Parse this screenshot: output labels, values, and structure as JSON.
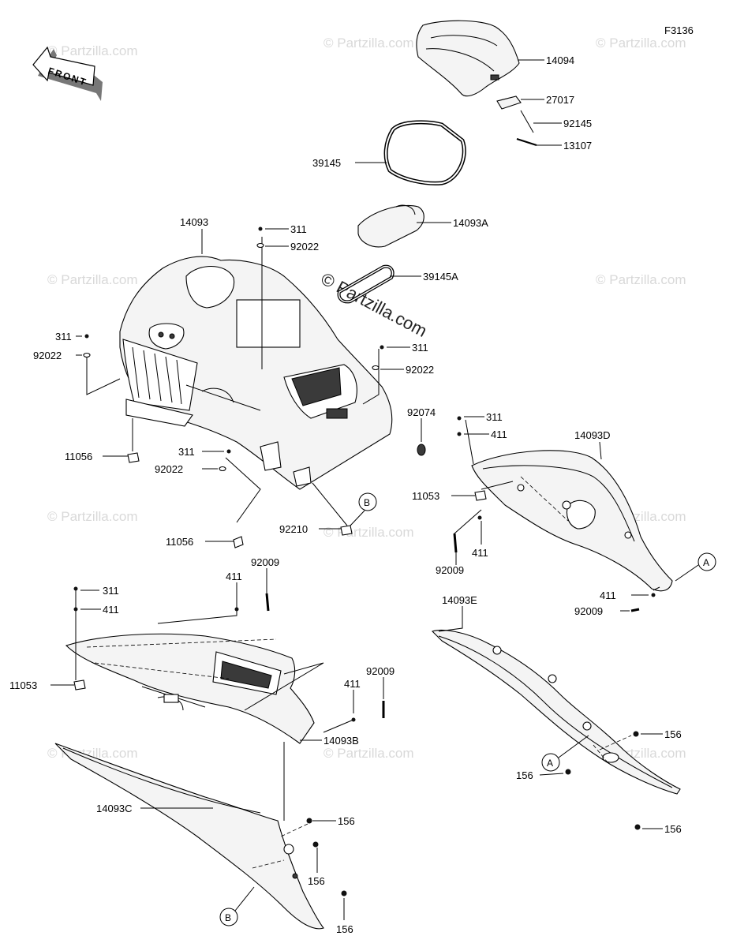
{
  "figure_code": "F3136",
  "front_label": "FRONT",
  "watermark": "© Partzilla.com",
  "ref_marks": [
    "A",
    "B"
  ],
  "labels": {
    "p14094": "14094",
    "p27017": "27017",
    "p92145": "92145",
    "p13107": "13107",
    "p39145": "39145",
    "p14093A": "14093A",
    "p39145A": "39145A",
    "p14093": "14093",
    "p311_a": "311",
    "p92022_a": "92022",
    "p311_b": "311",
    "p92022_b": "92022",
    "p311_c": "311",
    "p92022_c": "92022",
    "p92074": "92074",
    "p311_d": "311",
    "p92022_d": "92022",
    "p11056_a": "11056",
    "p11056_b": "11056",
    "p92210": "92210",
    "p311_e": "311",
    "p411_a": "411",
    "p14093D": "14093D",
    "p11053_a": "11053",
    "p411_b": "411",
    "p92009_a": "92009",
    "p411_c": "411",
    "p92009_b": "92009",
    "p411_d": "411",
    "p92009_c": "92009",
    "p311_f": "311",
    "p411_e": "411",
    "p11053_b": "11053",
    "p411_f": "411",
    "p92009_d": "92009",
    "p14093B": "14093B",
    "p14093E": "14093E",
    "p156_a": "156",
    "p156_b": "156",
    "p156_c": "156",
    "p14093C": "14093C",
    "p156_d": "156",
    "p156_e": "156",
    "p156_f": "156"
  }
}
